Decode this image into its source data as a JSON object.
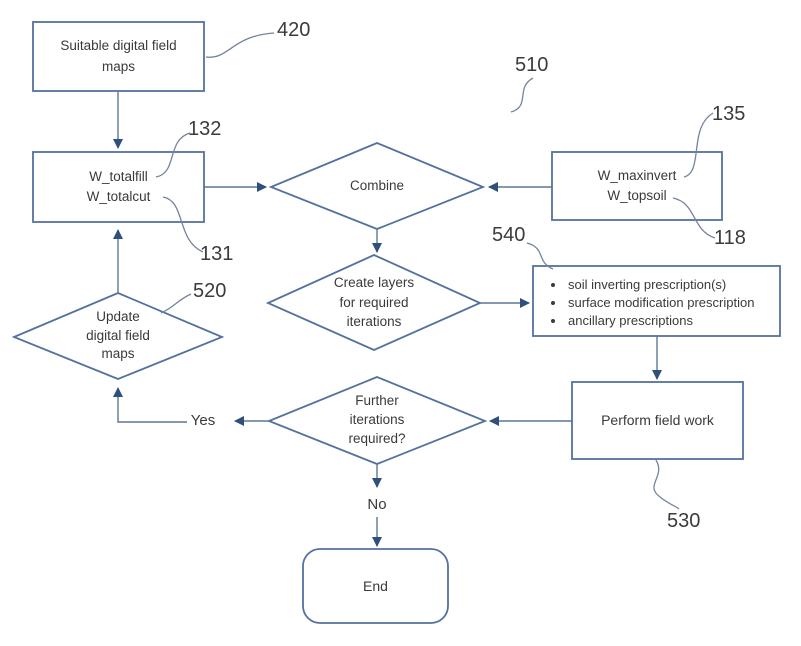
{
  "theme": {
    "bg": "#ffffff",
    "border": "#54719e",
    "line": "#5d7795",
    "arrow": "#2f4f7c",
    "text": "#3a3a3a",
    "label": "#3b3b3b",
    "leader": "#74839f"
  },
  "figure_ref": "510",
  "nodes": {
    "suitable_maps": {
      "label": "Suitable digital field\nmaps",
      "ref": "420"
    },
    "weights": {
      "label": "W_totalfill\nW_totalcut",
      "ref_top": "132",
      "ref_bottom": "131"
    },
    "combine": {
      "label": "Combine"
    },
    "inputs": {
      "label": "W_maxinvert\nW_topsoil",
      "ref_top": "135",
      "ref_bottom": "118"
    },
    "create_layers": {
      "label": "Create layers\nfor required\niterations"
    },
    "prescriptions": {
      "ref": "540",
      "items": [
        "soil inverting prescription(s)",
        "surface modification prescription",
        "ancillary prescriptions"
      ]
    },
    "update_maps": {
      "label": "Update\ndigital field\nmaps",
      "ref": "520"
    },
    "further_iterations": {
      "label": "Further\niterations\nrequired?"
    },
    "perform_field_work": {
      "label": "Perform field work",
      "ref": "530"
    },
    "end": {
      "label": "End"
    }
  },
  "edge_labels": {
    "yes": "Yes",
    "no": "No"
  }
}
